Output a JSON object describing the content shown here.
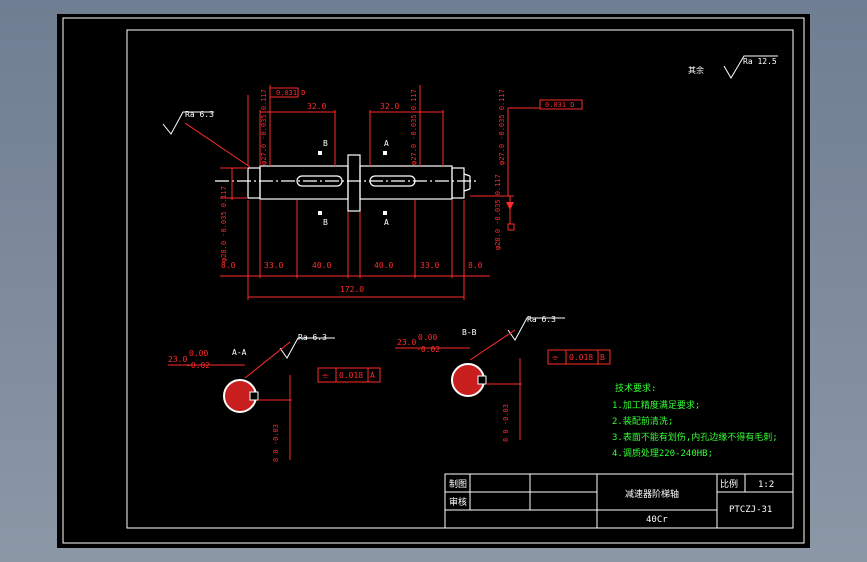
{
  "colors": {
    "background": "#000000",
    "frame": "#ffffff",
    "dimension": "#ff2a2a",
    "notes": "#33ff33",
    "ui_bg": "#7f8b9c"
  },
  "roughness": {
    "general_label": "其余",
    "general_value": "Ra 12.5",
    "left_value": "Ra 6.3"
  },
  "shaft": {
    "top_dims": [
      "32.0",
      "32.0"
    ],
    "key_tol_left": "0.031 D",
    "key_tol_right": "0.031 D",
    "fit_left_top": "φ27.0 -0.035 0.117",
    "fit_right_top": "φ27.0 -0.035 0.117",
    "fit_left_bottom": "φ28.0 -0.035 0.117",
    "section_b": "B",
    "section_a": "A",
    "bottom_dims": [
      "8.0",
      "33.0",
      "40.0",
      "40.0",
      "33.0",
      "8.0"
    ],
    "overall": "172.0"
  },
  "section_aa": {
    "label": "A-A",
    "roughness": "Ra 6.3",
    "dim_main": "23.0",
    "dim_up": "0.00",
    "dim_low": "-0.02",
    "tolerance": "0.018",
    "datum": "A",
    "vertical": "8 0 -0.03"
  },
  "section_bb": {
    "label": "B-B",
    "roughness": "Ra 6.3",
    "dim_main": "23.0",
    "dim_up": "0.00",
    "dim_low": "-0.02",
    "tolerance": "0.018",
    "datum": "B",
    "vertical": "8 0 -0.03"
  },
  "tech_req": {
    "title": "技术要求:",
    "items": [
      "1.加工精度满足要求;",
      "2.装配前清洗;",
      "3.表面不能有划伤,内孔边缘不得有毛刺;",
      "4.调质处理220-240HB;"
    ]
  },
  "title_block": {
    "drawn": "制图",
    "checked": "审核",
    "part_name": "减速器阶梯轴",
    "scale_label": "比例",
    "scale_value": "1:2",
    "material": "40Cr",
    "drawing_no": "PTCZJ-31"
  }
}
